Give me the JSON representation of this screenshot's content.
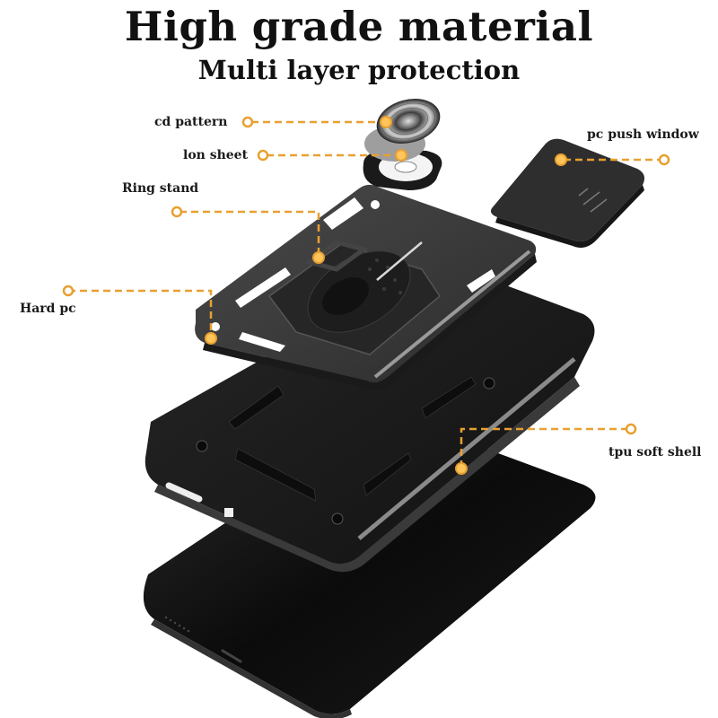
{
  "header": {
    "title": "High grade material",
    "subtitle": "Multi layer protection"
  },
  "callouts": [
    {
      "id": "cd-pattern",
      "label": "cd pattern"
    },
    {
      "id": "ion-sheet",
      "label": "lon sheet"
    },
    {
      "id": "pc-push-window",
      "label": "pc push window"
    },
    {
      "id": "ring-stand",
      "label": "Ring stand"
    },
    {
      "id": "hard-pc",
      "label": "Hard pc"
    },
    {
      "id": "tpu-soft-shell",
      "label": "tpu soft shell"
    }
  ],
  "colors": {
    "accent": "#E8A030",
    "case_dark": "#1c1c1c",
    "case_gray": "#5a5a5a",
    "background": "#ffffff"
  }
}
